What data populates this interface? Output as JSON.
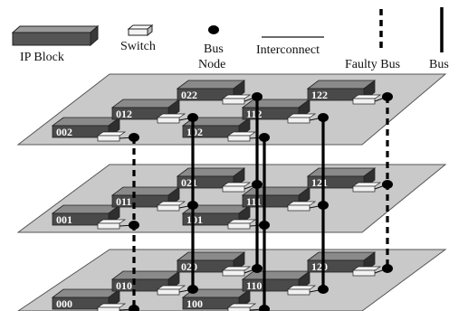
{
  "legend": {
    "ip_block": "IP Block",
    "switch": "Switch",
    "bus_node_line1": "Bus",
    "bus_node_line2": "Node",
    "interconnect": "Interconnect",
    "faulty_bus": "Faulty Bus",
    "bus": "Bus"
  },
  "layers": [
    {
      "id": "top",
      "blocks": [
        "002",
        "012",
        "022",
        "102",
        "112",
        "122"
      ]
    },
    {
      "id": "middle",
      "blocks": [
        "001",
        "011",
        "021",
        "101",
        "111",
        "121"
      ]
    },
    {
      "id": "bottom",
      "blocks": [
        "000",
        "010",
        "020",
        "100",
        "110",
        "120"
      ]
    }
  ],
  "colors": {
    "plane": "#c9c9c9",
    "block_top": "#8a8a8a",
    "block_front": "#4a4a4a",
    "switch": "#f2f2f2",
    "bus": "#000000"
  }
}
